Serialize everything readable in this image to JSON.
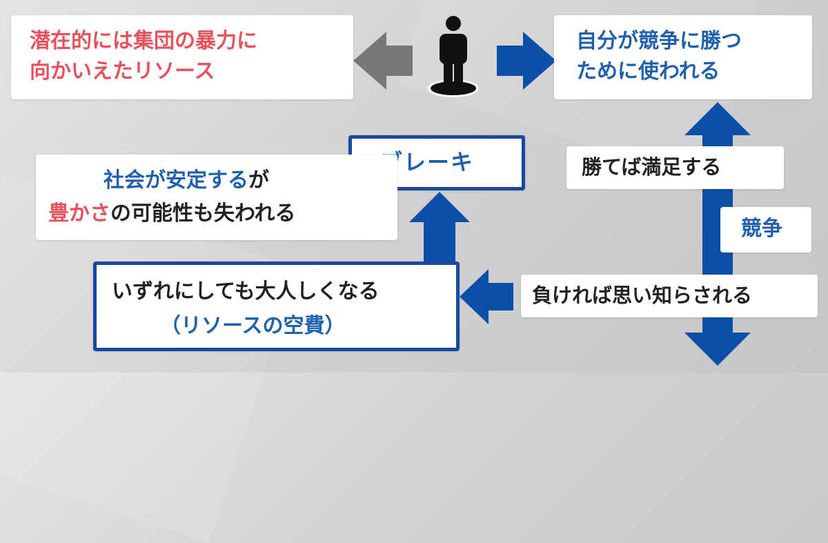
{
  "colors": {
    "red": "#e8505b",
    "blue": "#1f5fb0",
    "arrow_blue": "#0b4fa8",
    "arrow_gray": "#777777",
    "figure": "#111111"
  },
  "icons": {
    "person": "person-icon"
  },
  "boxes": {
    "top_left": {
      "line1": "潜在的には集団の暴力に",
      "line2": "向かいえたリソース"
    },
    "top_right": {
      "line1": "自分が競争に勝つ",
      "line2": "ために使われる"
    },
    "brake": {
      "label": "ブレーキ"
    },
    "left_mid": {
      "l1_a": "社会が安定する",
      "l1_b": "が",
      "l2_a": "豊かさ",
      "l2_b": "の可能性も失われる"
    },
    "win": {
      "label": "勝てば満足する"
    },
    "competition": {
      "label": "競争"
    },
    "lose": {
      "label": "負ければ思い知らされる"
    },
    "bottom_left": {
      "line1": "いずれにしても大人しくなる",
      "line2": "（リソースの空費）"
    }
  }
}
